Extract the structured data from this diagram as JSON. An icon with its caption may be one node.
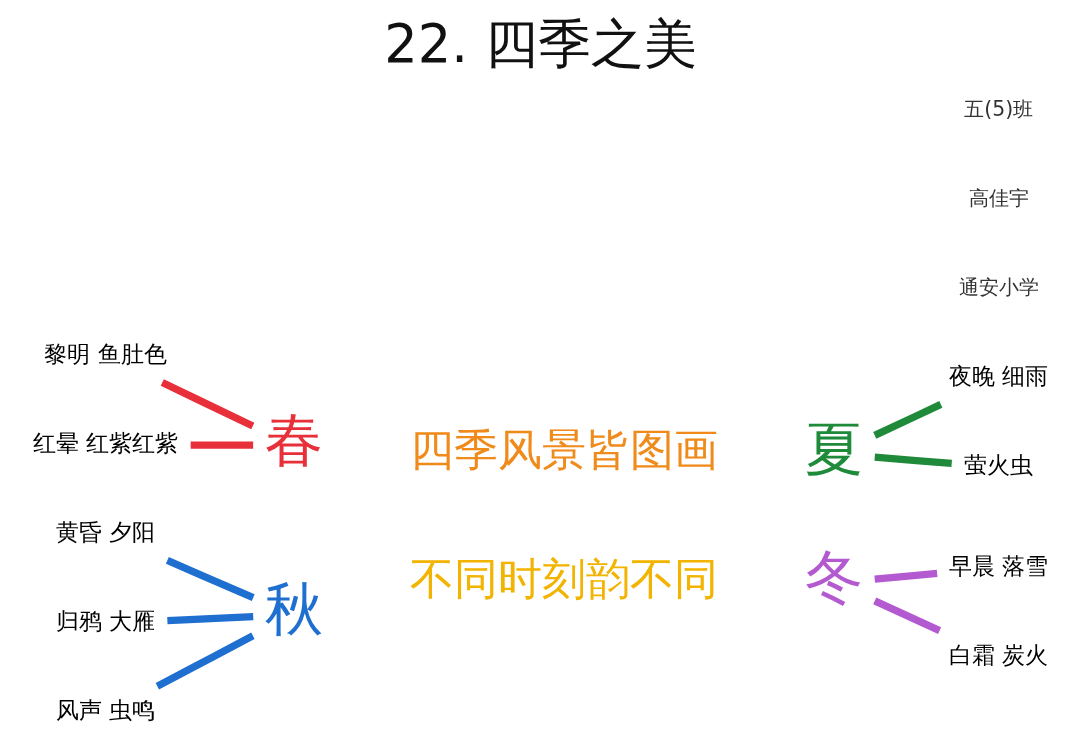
{
  "diagram": {
    "title": "22. 四季之美",
    "nodes": [
      {
        "text": [
          "黎明 鱼肚色"
        ]
      },
      {
        "text": [
          "红晕 红紫红紫"
        ]
      },
      {
        "text": [
          "春"
        ]
      },
      {
        "text": [
          "夏"
        ]
      },
      {
        "text": [
          "夜晚 细雨"
        ]
      },
      {
        "text": [
          "萤火虫"
        ]
      },
      {
        "text": [
          "黄昏 夕阳"
        ]
      },
      {
        "text": [
          "归鸦 大雁"
        ]
      },
      {
        "text": [
          "风声 虫鸣"
        ]
      },
      {
        "text": [
          "秋"
        ]
      },
      {
        "text": [
          "冬"
        ]
      },
      {
        "text": [
          "早晨 落雪"
        ]
      },
      {
        "text": [
          "白霜 炭火"
        ]
      }
    ],
    "edges": [
      {
        "from": 0,
        "to": 2,
        "arrow": "none",
        "color": "#e8303a"
      },
      {
        "from": 1,
        "to": 2,
        "arrow": "none",
        "color": "#e8303a"
      },
      {
        "from": 3,
        "to": 4,
        "arrow": "none",
        "color": "#1e8a3a"
      },
      {
        "from": 3,
        "to": 5,
        "arrow": "none",
        "color": "#1e8a3a"
      },
      {
        "from": 6,
        "to": 9,
        "arrow": "none",
        "color": "#1f6fd0"
      },
      {
        "from": 7,
        "to": 9,
        "arrow": "none",
        "color": "#1f6fd0"
      },
      {
        "from": 8,
        "to": 9,
        "arrow": "none",
        "color": "#1f6fd0"
      },
      {
        "from": 10,
        "to": 11,
        "arrow": "none",
        "color": "#b45ad0"
      },
      {
        "from": 10,
        "to": 12,
        "arrow": "none",
        "color": "#b45ad0"
      }
    ],
    "labels": [
      "四季风景皆图画",
      "不同时刻韵不同",
      "通安小学",
      "高佳宇",
      "五(5)班"
    ]
  }
}
